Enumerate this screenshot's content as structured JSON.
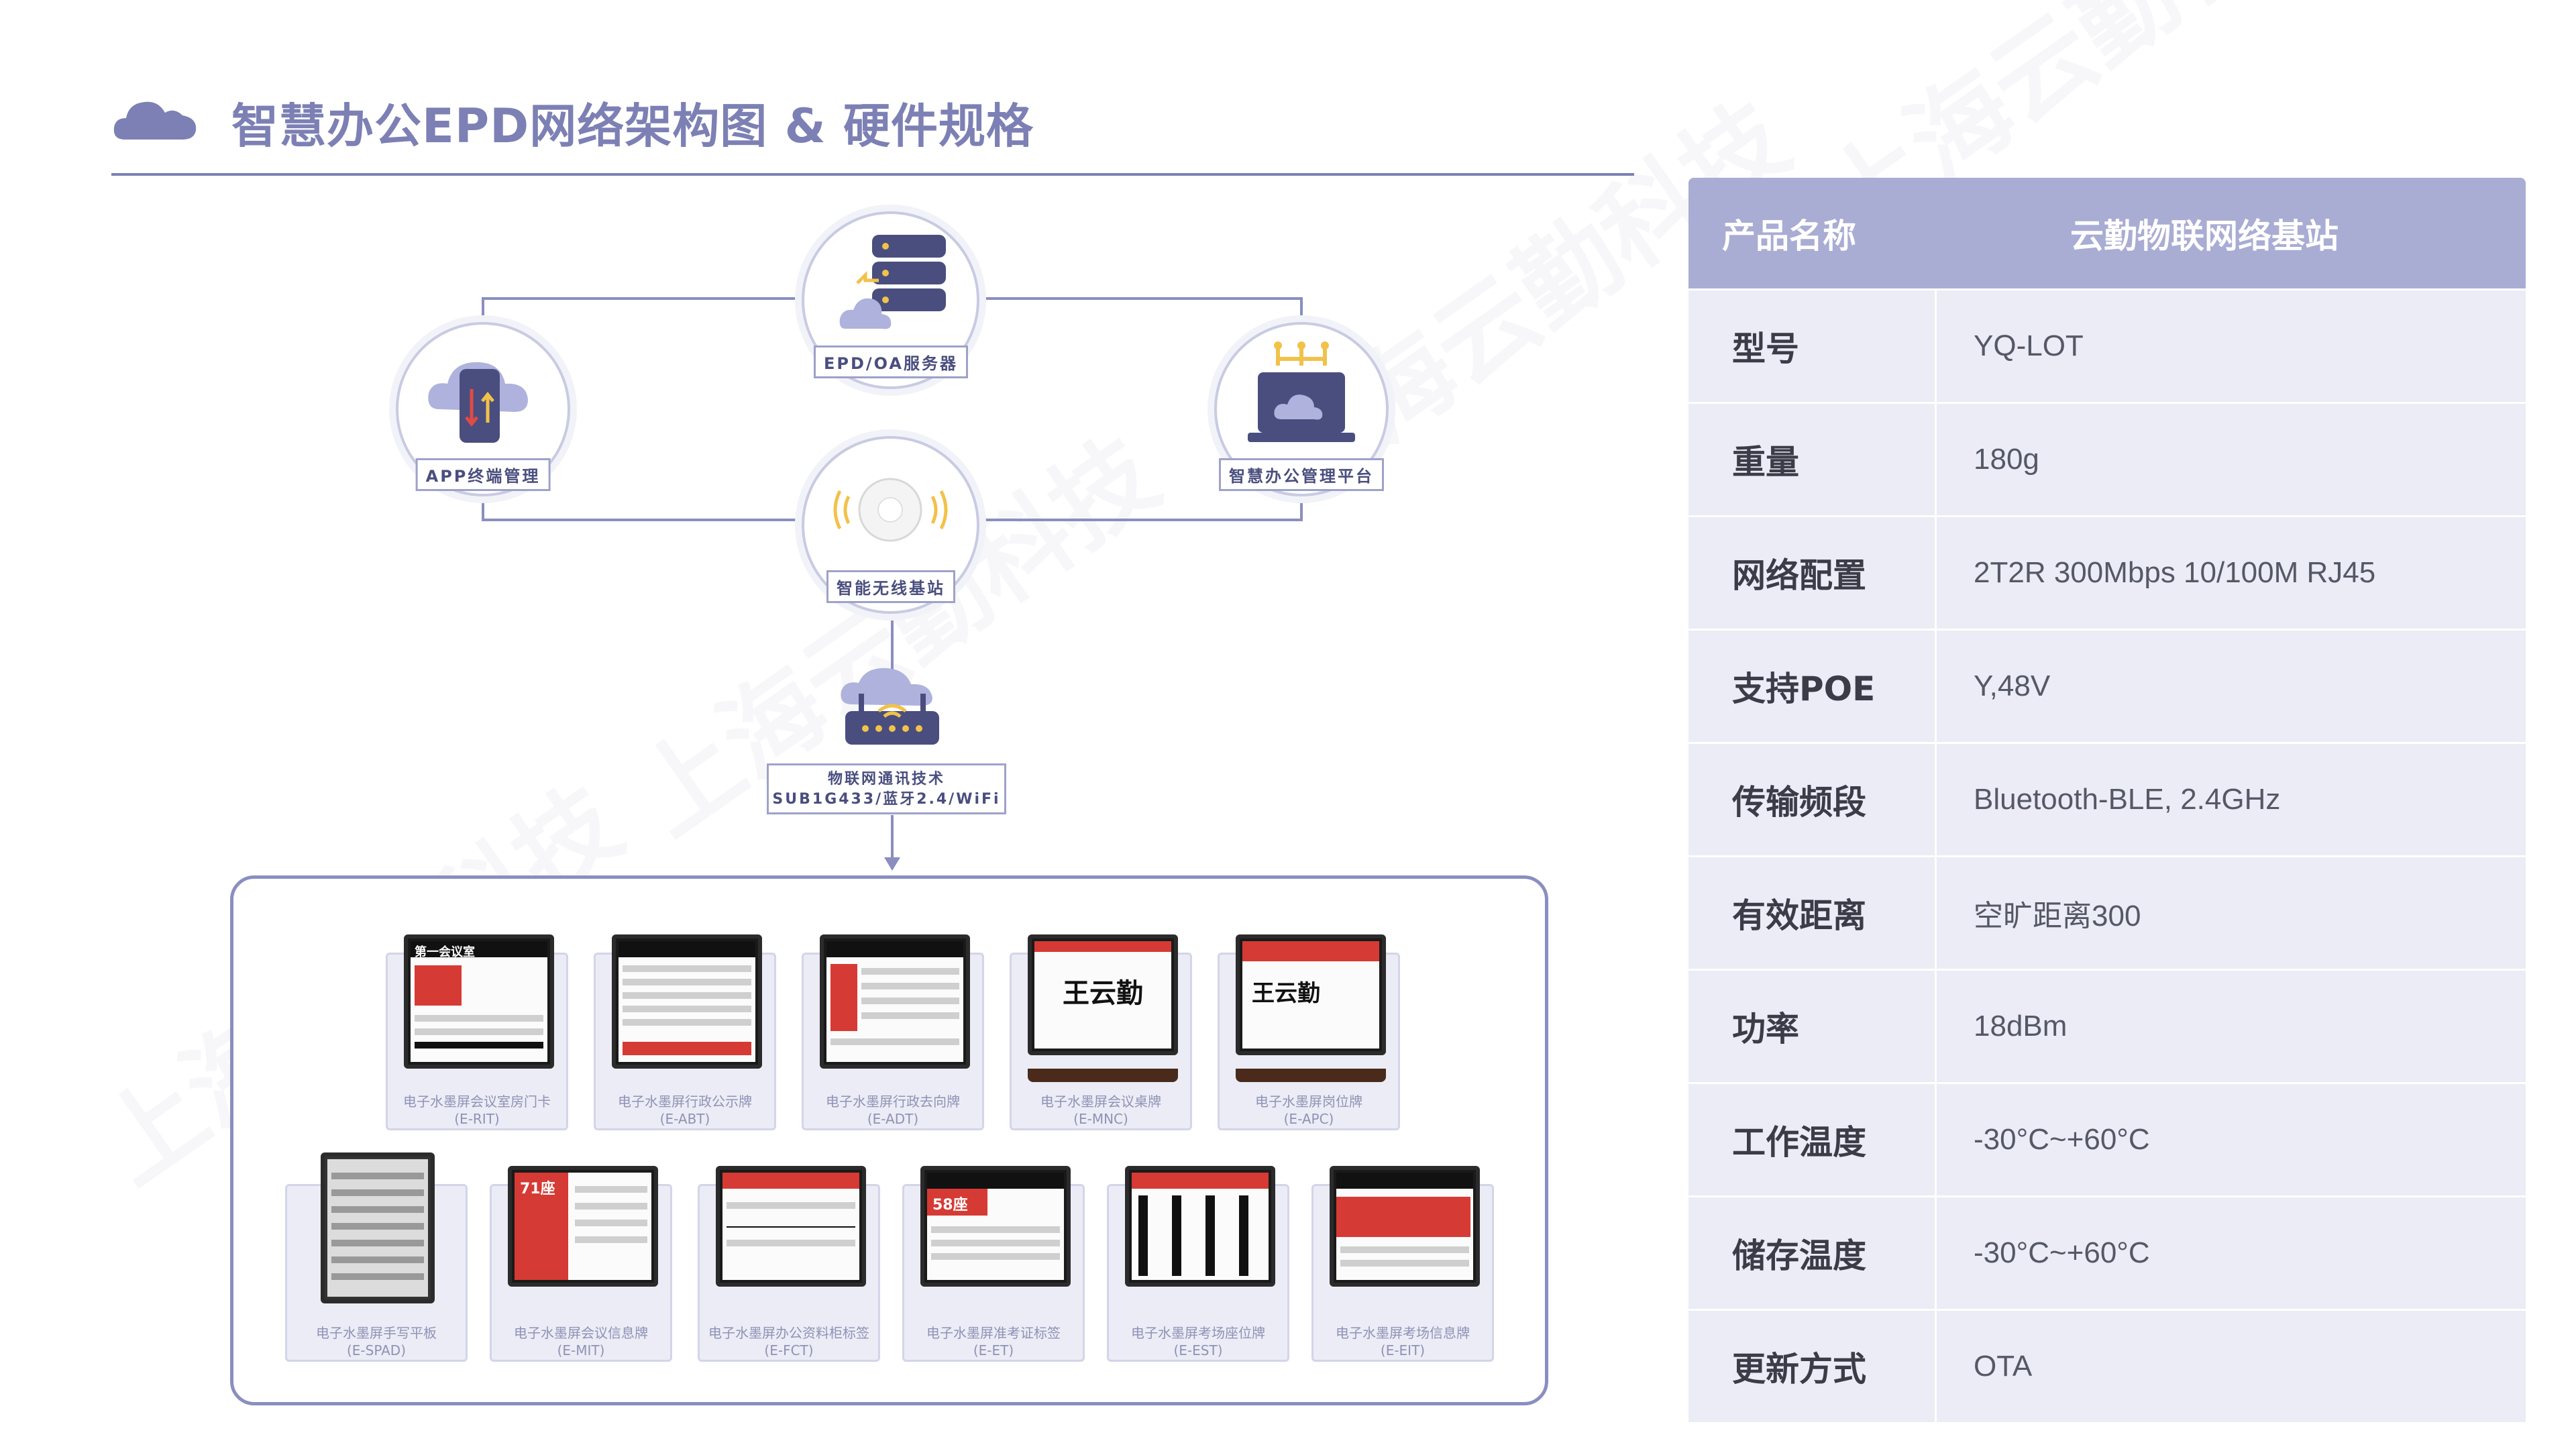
{
  "title": "智慧办公EPD网络架构图 & 硬件规格",
  "watermark": "上海云勤科技",
  "nodes": {
    "server": "EPD/OA服务器",
    "app": "APP终端管理",
    "platform": "智慧办公管理平台",
    "basestation": "智能无线基站",
    "iot_line1": "物联网通讯技术",
    "iot_line2": "SUB1G433/蓝牙2.4/WiFi"
  },
  "devices": [
    {
      "name": "电子水墨屏会议室房门卡",
      "code": "(E-RIT)",
      "screen": "第一会议室",
      "style": "black"
    },
    {
      "name": "电子水墨屏行政公示牌",
      "code": "(E-ABT)",
      "screen": "",
      "style": "black"
    },
    {
      "name": "电子水墨屏行政去向牌",
      "code": "(E-ADT)",
      "screen": "",
      "style": "black"
    },
    {
      "name": "电子水墨屏会议桌牌",
      "code": "(E-MNC)",
      "screen": "王云勤",
      "style": "stand"
    },
    {
      "name": "电子水墨屏岗位牌",
      "code": "(E-APC)",
      "screen": "王云勤",
      "style": "stand-red"
    },
    {
      "name": "电子水墨屏手写平板",
      "code": "(E-SPAD)",
      "screen": "",
      "style": "pad"
    },
    {
      "name": "电子水墨屏会议信息牌",
      "code": "(E-MIT)",
      "screen": "71座",
      "style": "red"
    },
    {
      "name": "电子水墨屏办公资料柜标签",
      "code": "(E-FCT)",
      "screen": "",
      "style": "red"
    },
    {
      "name": "电子水墨屏准考证标签",
      "code": "(E-ET)",
      "screen": "58座",
      "style": "black"
    },
    {
      "name": "电子水墨屏考场座位牌",
      "code": "(E-EST)",
      "screen": "",
      "style": "red"
    },
    {
      "name": "电子水墨屏考场信息牌",
      "code": "(E-EIT)",
      "screen": "",
      "style": "red"
    }
  ],
  "spec": {
    "header_key": "产品名称",
    "header_value": "云勤物联网络基站",
    "rows": [
      {
        "k": "型号",
        "v": "YQ-LOT"
      },
      {
        "k": "重量",
        "v": "180g"
      },
      {
        "k": "网络配置",
        "v": "2T2R 300Mbps 10/100M RJ45"
      },
      {
        "k": "支持POE",
        "v": "Y,48V"
      },
      {
        "k": "传输频段",
        "v": "Bluetooth-BLE, 2.4GHz"
      },
      {
        "k": "有效距离",
        "v": "空旷距离300"
      },
      {
        "k": "功率",
        "v": "18dBm"
      },
      {
        "k": "工作温度",
        "v": "-30°C~+60°C"
      },
      {
        "k": "储存温度",
        "v": "-30°C~+60°C"
      },
      {
        "k": "更新方式",
        "v": "OTA"
      }
    ]
  },
  "colors": {
    "accent": "#7c80b4",
    "header_bg": "#a9acd3",
    "row_bg": "#ebecf5",
    "red": "#d63a34"
  }
}
